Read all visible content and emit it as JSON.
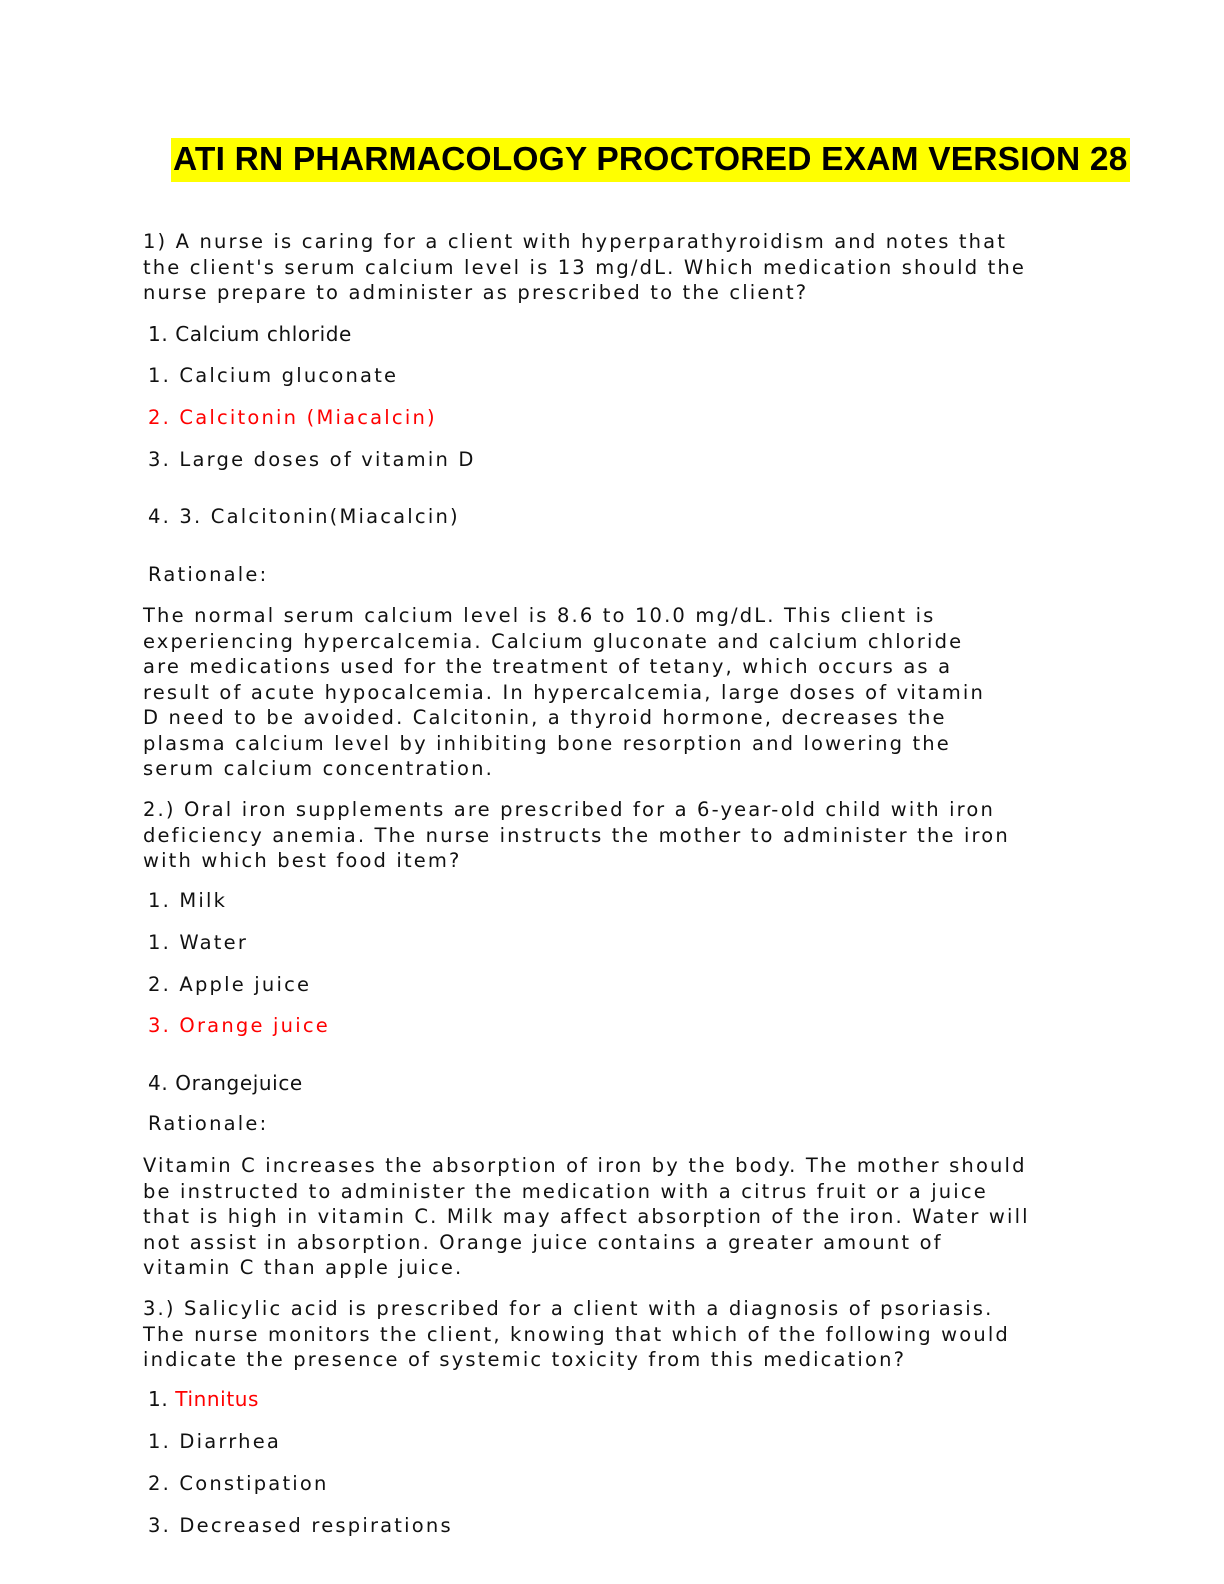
{
  "title": "ATI RN  PHARMACOLOGY PROCTORED EXAM VERSION 28",
  "colors": {
    "highlight": "#ffff00",
    "answer": "#ff0000",
    "text": "#111111"
  },
  "q1": {
    "lines": [
      "1) A nurse is caring for a client with hyperparathyroidism and notes that",
      "the client's serum calcium level is 13 mg/dL. Which medication should the",
      "nurse prepare to administer as prescribed to the client?"
    ],
    "options": [
      "1. Calcium chloride",
      "1. Calcium gluconate",
      "2. Calcitonin (Miacalcin)",
      "3. Large doses of vitamin D",
      "4. 3. Calcitonin(Miacalcin)"
    ],
    "rationale_label": "Rationale:",
    "rationale_lines": [
      "The normal serum calcium level is 8.6 to 10.0 mg/dL. This client is",
      "experiencing hypercalcemia. Calcium gluconate and calcium chloride",
      "are medications used for the treatment of tetany, which occurs as a",
      "result of acute hypocalcemia. In hypercalcemia, large doses of vitamin",
      "D need to be avoided. Calcitonin, a thyroid hormone, decreases the",
      "plasma calcium level by inhibiting bone resorption and lowering the",
      "serum calcium concentration."
    ]
  },
  "q2": {
    "lines": [
      "2.) Oral iron supplements are prescribed for a 6-year-old child with iron",
      "deficiency anemia. The nurse instructs the mother to administer the iron",
      "with which best food item?"
    ],
    "options": [
      "1. Milk",
      "1. Water",
      "2. Apple juice",
      "3. Orange juice",
      "4. Orangejuice"
    ],
    "rationale_label": "Rationale:",
    "rationale_lines": [
      "Vitamin C increases the absorption of iron by the body. The mother should",
      "be instructed to administer the medication with a citrus fruit or a juice",
      "that is high in vitamin C. Milk may affect absorption of the iron. Water will",
      "not assist in absorption. Orange juice contains a greater amount of",
      "vitamin C than apple juice."
    ]
  },
  "q3": {
    "lines": [
      "3.) Salicylic acid is prescribed for a client with a diagnosis of psoriasis.",
      "The nurse monitors the client, knowing that which of the following would",
      "indicate the presence of systemic toxicity from this medication?"
    ],
    "options": {
      "first_number": "1. ",
      "first_text": "Tinnitus",
      "rest": [
        "1. Diarrhea",
        "2. Constipation",
        "3. Decreased respirations"
      ]
    }
  }
}
